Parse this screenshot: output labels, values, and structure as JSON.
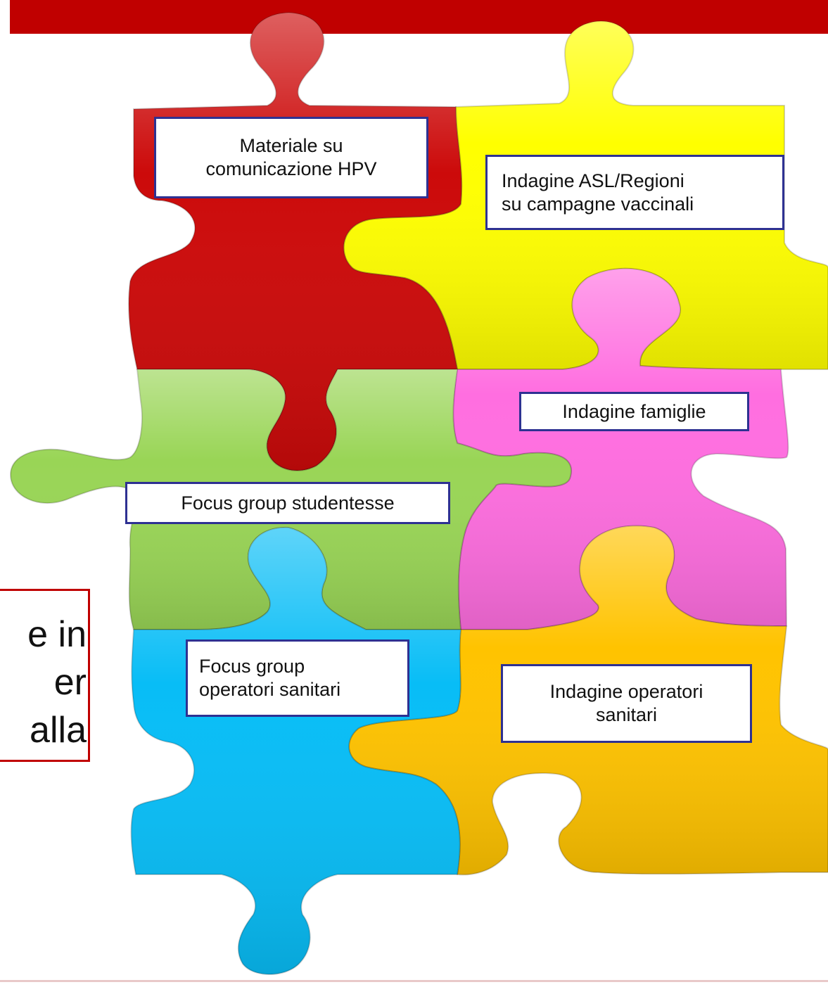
{
  "colors": {
    "header_bar": "#c00000",
    "label_border": "#2e3192",
    "red_piece": "#cc0a0a",
    "yellow_piece": "#ffff00",
    "pink_piece": "#ff6ee0",
    "green_piece": "#99d556",
    "blue_piece": "#08bdf6",
    "orange_piece": "#ffc300"
  },
  "background_text": {
    "line1": "e in",
    "line2": "er",
    "line3": "alla"
  },
  "puzzle_labels": {
    "red": "Materiale su\ncomunicazione HPV",
    "yellow": "Indagine ASL/Regioni\nsu campagne vaccinali",
    "pink": "Indagine famiglie",
    "green": "Focus group studentesse",
    "blue": "Focus group\noperatori sanitari",
    "orange": "Indagine operatori\nsanitari"
  }
}
